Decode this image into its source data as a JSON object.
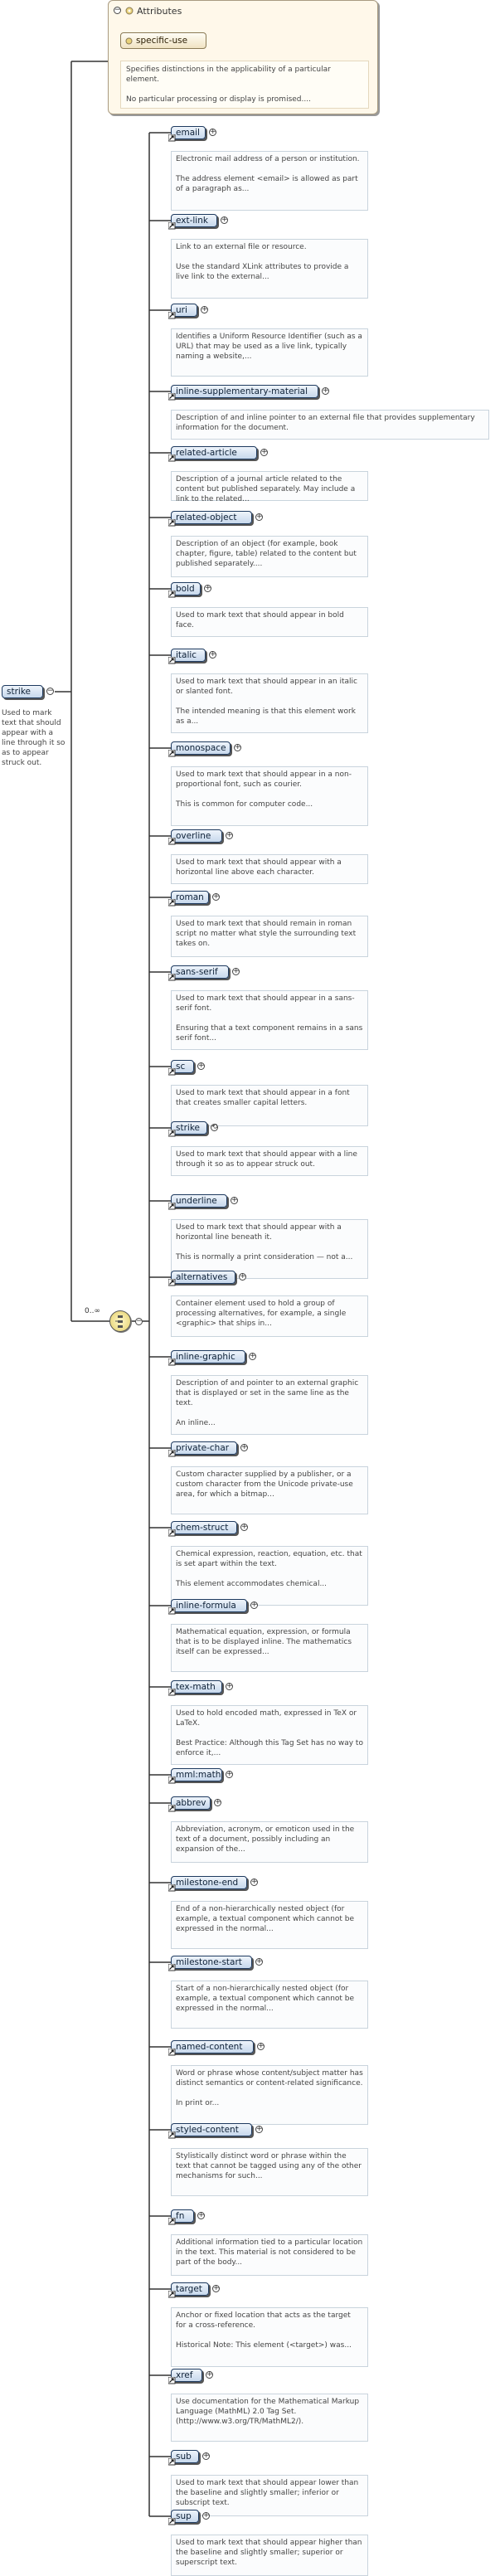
{
  "root": {
    "label": "strike",
    "doc": "Used to mark text that should appear with a line through it so as to appear struck out."
  },
  "attributes": {
    "title": "Attributes",
    "name": "specific-use",
    "doc": "Specifies distinctions in the applicability of a particular element.\n\nNo particular processing or display is promised...."
  },
  "cardinality": "0..∞",
  "children": [
    {
      "label": "email",
      "doc": "Electronic mail address of a person or institution.\n\nThe address element <email> is allowed as part of a paragraph as..."
    },
    {
      "label": "ext-link",
      "doc": "Link to an external file or resource.\n\nUse the standard XLink attributes to provide a live link to the external..."
    },
    {
      "label": "uri",
      "doc": "Identifies a Uniform Resource Identifier (such as a URL) that may be used as a live link, typically naming a website,..."
    },
    {
      "label": "inline-supplementary-material",
      "doc": "Description of and inline pointer to an external file that provides supplementary information for the document."
    },
    {
      "label": "related-article",
      "doc": "Description of a journal article related to the content but published separately. May include a link to the related..."
    },
    {
      "label": "related-object",
      "doc": "Description of an object (for example, book chapter, figure, table) related to the content but published separately...."
    },
    {
      "label": "bold",
      "doc": "Used to mark text that should appear in bold face."
    },
    {
      "label": "italic",
      "doc": "Used to mark text that should appear in an italic or slanted font.\n\nThe intended meaning is that this element work as a..."
    },
    {
      "label": "monospace",
      "doc": "Used to mark text that should appear in a non-proportional font, such as courier.\n\nThis is common for computer code..."
    },
    {
      "label": "overline",
      "doc": "Used to mark text that should appear with a horizontal line above each character."
    },
    {
      "label": "roman",
      "doc": "Used to mark text that should remain in roman script no matter what style the surrounding text takes on."
    },
    {
      "label": "sans-serif",
      "doc": "Used to mark text that should appear in a sans-serif font.\n\nEnsuring that a text component remains in a sans serif font..."
    },
    {
      "label": "sc",
      "doc": "Used to mark text that should appear in a font that creates smaller capital letters."
    },
    {
      "label": "strike",
      "doc": "Used to mark text that should appear with a line through it so as to appear struck out."
    },
    {
      "label": "underline",
      "doc": "Used to mark text that should appear with a horizontal line beneath it.\n\nThis is normally a print consideration — not a..."
    },
    {
      "label": "alternatives",
      "doc": "Container element used to hold a group of processing alternatives, for example, a single <graphic> that ships in..."
    },
    {
      "label": "inline-graphic",
      "doc": "Description of and pointer to an external graphic that is displayed or set in the same line as the text.\n\nAn inline..."
    },
    {
      "label": "private-char",
      "doc": "Custom character supplied by a publisher, or a custom character from the Unicode private-use area, for which a bitmap..."
    },
    {
      "label": "chem-struct",
      "doc": "Chemical expression, reaction, equation, etc. that is set apart within the text.\n\nThis element accommodates chemical..."
    },
    {
      "label": "inline-formula",
      "doc": "Mathematical equation, expression, or formula that is to be displayed inline. The mathematics itself can be expressed..."
    },
    {
      "label": "tex-math",
      "doc": "Used to hold encoded math, expressed in TeX or LaTeX.\n\nBest Practice: Although this Tag Set has no way to enforce it,..."
    },
    {
      "label": "mml:math",
      "doc": ""
    },
    {
      "label": "abbrev",
      "doc": "Abbreviation, acronym, or emoticon used in the text of a document, possibly including an expansion of the..."
    },
    {
      "label": "milestone-end",
      "doc": "End of a non-hierarchically nested object (for example, a textual component which cannot be expressed in the normal..."
    },
    {
      "label": "milestone-start",
      "doc": "Start of a non-hierarchically nested object (for example, a textual component which cannot be expressed in the normal..."
    },
    {
      "label": "named-content",
      "doc": "Word or phrase whose content/subject matter has distinct semantics or content-related significance.\n\nIn print or..."
    },
    {
      "label": "styled-content",
      "doc": "Stylistically distinct word or phrase within the text that cannot be tagged using any of the other mechanisms for such..."
    },
    {
      "label": "fn",
      "doc": "Additional information tied to a particular location in the text. This material is not considered to be part of the body..."
    },
    {
      "label": "target",
      "doc": "Anchor or fixed location that acts as the target for a cross-reference.\n\nHistorical Note: This element (<target>) was..."
    },
    {
      "label": "xref",
      "doc": "Use documentation for the Mathematical Markup Language (MathML) 2.0 Tag Set. (http://www.w3.org/TR/MathML2/)."
    },
    {
      "label": "sub",
      "doc": "Used to mark text that should appear lower than the baseline and slightly smaller; inferior or subscript text."
    },
    {
      "label": "sup",
      "doc": "Used to mark text that should appear higher than the baseline and slightly smaller; superior or superscript text."
    }
  ]
}
